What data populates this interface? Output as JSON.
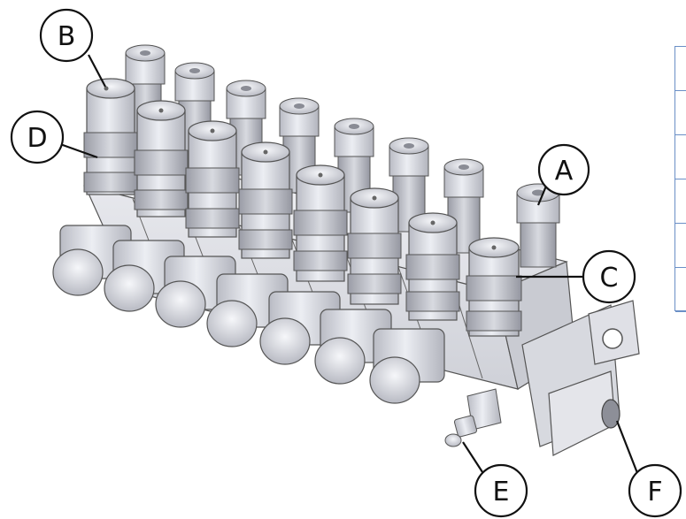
{
  "callouts": {
    "A": "A",
    "B": "B",
    "C": "C",
    "D": "D",
    "E": "E",
    "F": "F"
  },
  "side_table": {
    "rows": 6
  }
}
